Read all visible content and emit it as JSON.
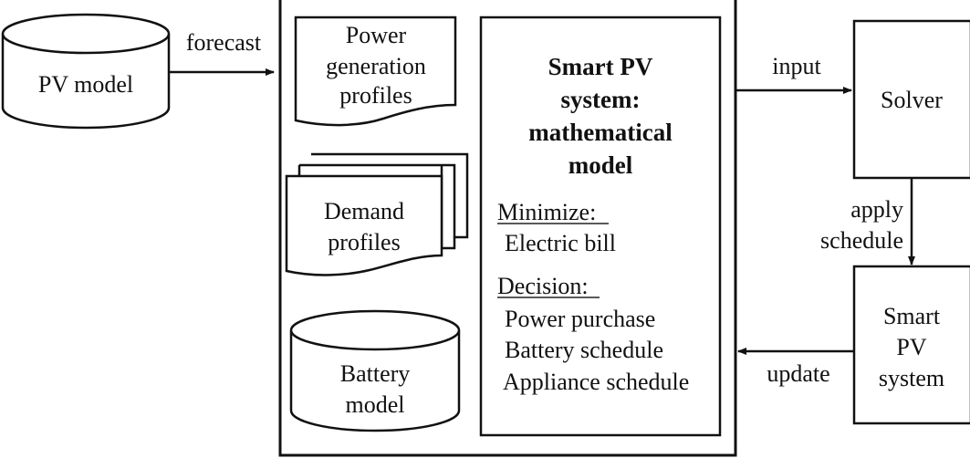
{
  "pv_model": {
    "lines": [
      "PV model"
    ]
  },
  "forecast_label": "forecast",
  "power_generation_profiles": {
    "lines": [
      "Power",
      "generation",
      "profiles"
    ]
  },
  "demand_profiles": {
    "lines": [
      "Demand",
      "profiles"
    ]
  },
  "battery_model": {
    "lines": [
      "Battery",
      "model"
    ]
  },
  "math_model": {
    "title_lines": [
      "Smart PV",
      "system:",
      "mathematical",
      "model"
    ],
    "minimize_heading": "Minimize:",
    "minimize_items": [
      "Electric bill"
    ],
    "decision_heading": "Decision:",
    "decision_items": [
      "Power purchase",
      "Battery schedule",
      "Appliance schedule"
    ]
  },
  "input_label": "input",
  "solver": {
    "lines": [
      "Solver"
    ]
  },
  "apply_schedule_label": [
    "apply",
    "schedule"
  ],
  "smart_pv_system": {
    "lines": [
      "Smart",
      "PV",
      "system"
    ]
  },
  "update_label": "update"
}
